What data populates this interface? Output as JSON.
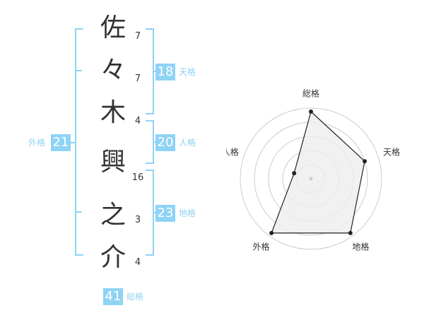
{
  "name": {
    "chars": [
      "佐",
      "々",
      "木",
      "興",
      "之",
      "介"
    ],
    "strokes": [
      "7",
      "7",
      "4",
      "16",
      "3",
      "4"
    ]
  },
  "fortunes": {
    "tenkaku": {
      "value": "18",
      "label": "天格"
    },
    "jinkaku": {
      "value": "20",
      "label": "人格"
    },
    "chikaku": {
      "value": "23",
      "label": "地格"
    },
    "gaikaku": {
      "value": "21",
      "label": "外格"
    },
    "soukaku": {
      "value": "41",
      "label": "総格"
    }
  },
  "colors": {
    "accent": "#8fd3f5",
    "text": "#333333",
    "grid": "#cccccc",
    "fill": "#eeeeee"
  },
  "chart_data": {
    "type": "radar",
    "axes": [
      "総格",
      "天格",
      "地格",
      "外格",
      "人格"
    ],
    "values": [
      0.95,
      0.8,
      0.95,
      0.95,
      0.25
    ],
    "rmax": 1,
    "rings": 5
  }
}
